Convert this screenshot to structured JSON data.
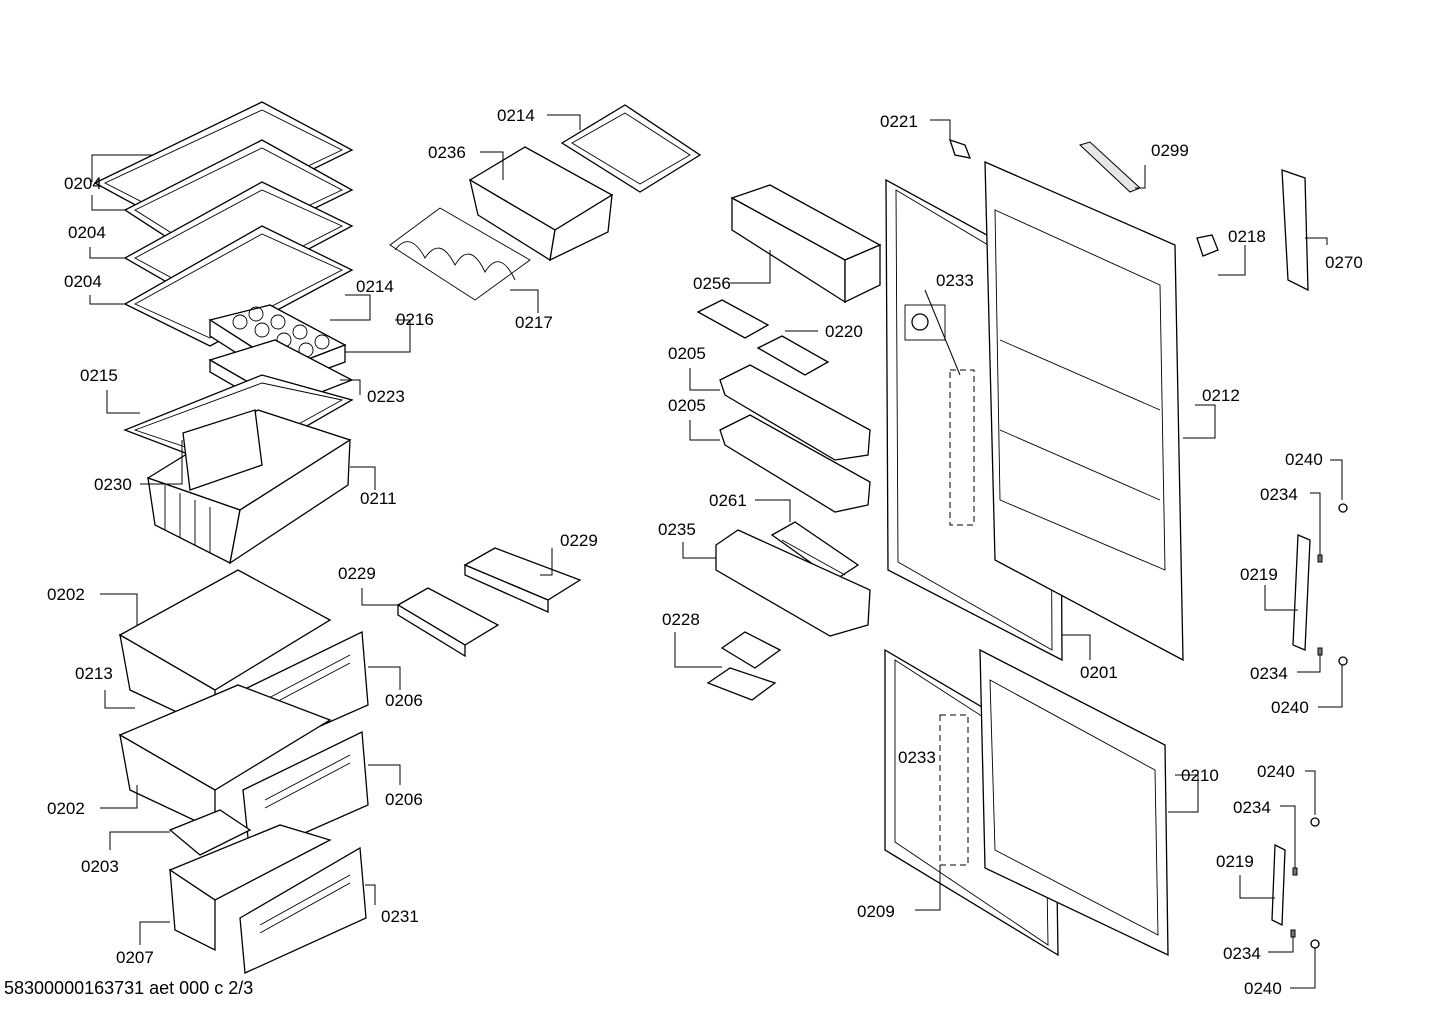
{
  "footer": "58300000163731 aet 000 c 2/3",
  "labels": {
    "l0204a": "0204",
    "l0204b": "0204",
    "l0204c": "0204",
    "l0236": "0236",
    "l0214a": "0214",
    "l0214b": "0214",
    "l0216": "0216",
    "l0217": "0217",
    "l0223": "0223",
    "l0215": "0215",
    "l0230": "0230",
    "l0211": "0211",
    "l0229a": "0229",
    "l0229b": "0229",
    "l0202a": "0202",
    "l0202b": "0202",
    "l0213": "0213",
    "l0206a": "0206",
    "l0206b": "0206",
    "l0203": "0203",
    "l0207": "0207",
    "l0231": "0231",
    "l0256": "0256",
    "l0220": "0220",
    "l0205a": "0205",
    "l0205b": "0205",
    "l0261": "0261",
    "l0235": "0235",
    "l0228": "0228",
    "l0221": "0221",
    "l0299": "0299",
    "l0218": "0218",
    "l0270": "0270",
    "l0233a": "0233",
    "l0233b": "0233",
    "l0212": "0212",
    "l0201": "0201",
    "l0210": "0210",
    "l0209": "0209",
    "l0240a": "0240",
    "l0240b": "0240",
    "l0240c": "0240",
    "l0240d": "0240",
    "l0234a": "0234",
    "l0234b": "0234",
    "l0234c": "0234",
    "l0234d": "0234",
    "l0219a": "0219",
    "l0219b": "0219"
  }
}
